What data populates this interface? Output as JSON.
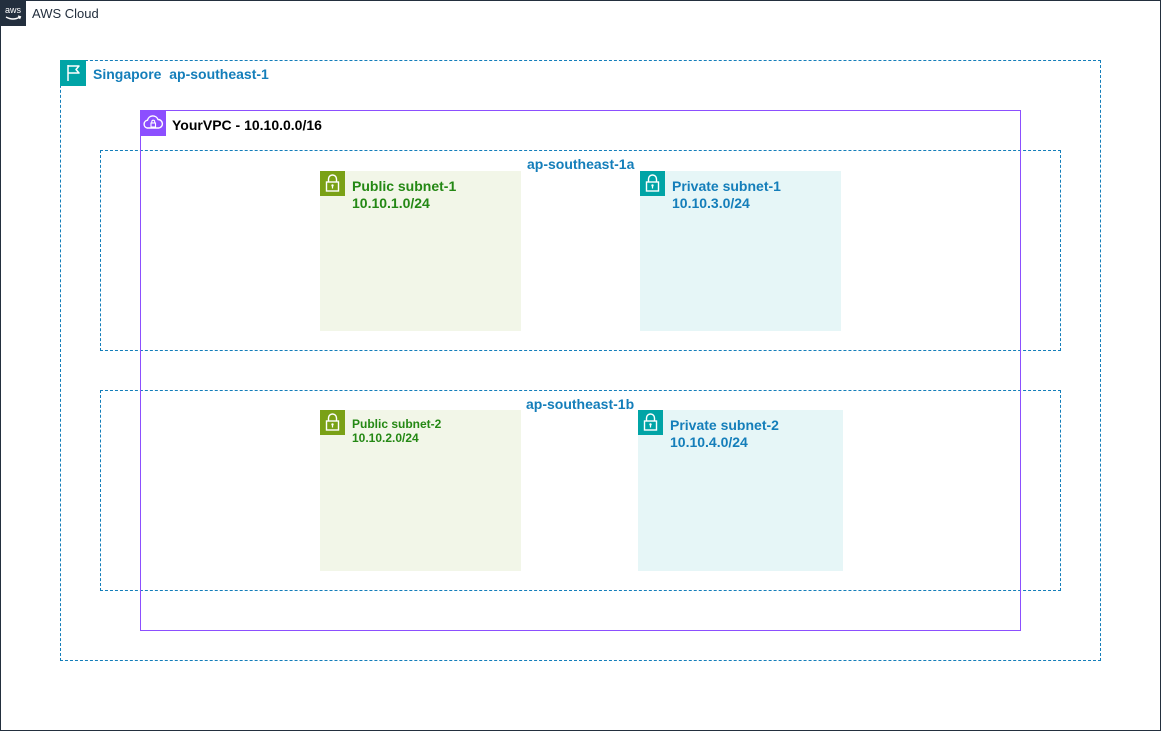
{
  "cloud": {
    "label": "AWS Cloud",
    "icon": "aws-logo-icon"
  },
  "region": {
    "label": "Singapore  ap-southeast-1",
    "icon": "region-flag-icon",
    "color": "#147eba"
  },
  "vpc": {
    "label": "YourVPC - 10.10.0.0/16",
    "icon": "vpc-cloud-icon",
    "color": "#8c4fff"
  },
  "availability_zones": [
    {
      "label": "ap-southeast-1a",
      "subnets": [
        {
          "name": "Public subnet-1",
          "cidr": "10.10.1.0/24",
          "type": "public",
          "icon": "lock-icon"
        },
        {
          "name": "Private subnet-1",
          "cidr": "10.10.3.0/24",
          "type": "private",
          "icon": "lock-icon"
        }
      ]
    },
    {
      "label": "ap-southeast-1b",
      "subnets": [
        {
          "name": "Public subnet-2",
          "cidr": "10.10.2.0/24",
          "type": "public",
          "icon": "lock-icon"
        },
        {
          "name": "Private subnet-2",
          "cidr": "10.10.4.0/24",
          "type": "private",
          "icon": "lock-icon"
        }
      ]
    }
  ],
  "colors": {
    "public_fill": "#f2f6e8",
    "public_text": "#248814",
    "public_icon": "#7aa116",
    "private_fill": "#e6f6f7",
    "private_text": "#147eba",
    "private_icon": "#00a4a6"
  }
}
